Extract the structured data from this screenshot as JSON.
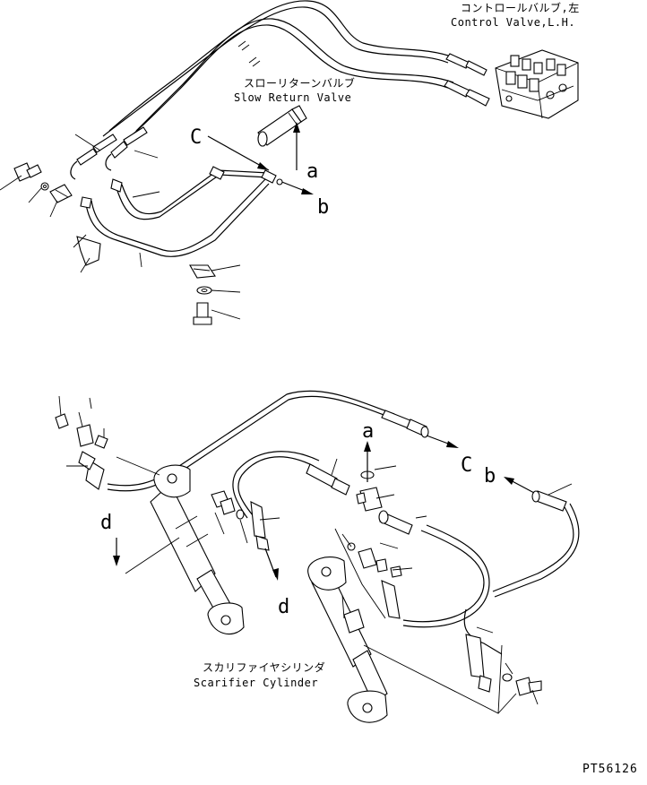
{
  "labels": {
    "control_valve_jp": "コントロールバルブ,左",
    "control_valve_en": "Control Valve,L.H.",
    "slow_return_jp": "スローリターンバルブ",
    "slow_return_en": "Slow Return Valve",
    "scarifier_jp": "スカリファイヤシリンダ",
    "scarifier_en": "Scarifier Cylinder"
  },
  "refs": {
    "a": "a",
    "b": "b",
    "c": "C",
    "d": "d"
  },
  "drawing_code": "PT56126"
}
